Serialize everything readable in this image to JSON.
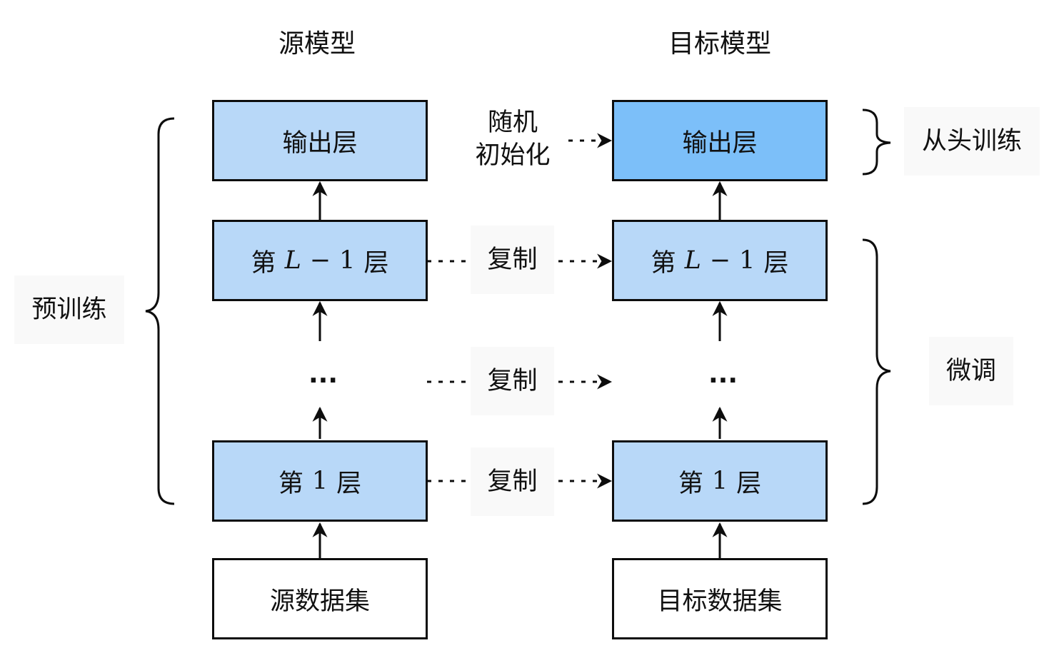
{
  "columns": {
    "source_title": "源模型",
    "target_title": "目标模型"
  },
  "source": {
    "output_layer": "输出层",
    "layer_prefix": "第",
    "layer_suffix": "层",
    "layer_l_minus_1": {
      "var": "L",
      "op": "−",
      "num": "1"
    },
    "ellipsis": "···",
    "layer_1_num": "1",
    "dataset": "源数据集"
  },
  "target": {
    "output_layer": "输出层",
    "layer_prefix": "第",
    "layer_suffix": "层",
    "layer_l_minus_1": {
      "var": "L",
      "op": "−",
      "num": "1"
    },
    "ellipsis": "···",
    "layer_1_num": "1",
    "dataset": "目标数据集"
  },
  "transfer": {
    "random_init_line1": "随机",
    "random_init_line2": "初始化",
    "copy_1": "复制",
    "copy_2": "复制",
    "copy_3": "复制"
  },
  "braces": {
    "pretrain": "预训练",
    "train_from_scratch": "从头训练",
    "finetune": "微调"
  },
  "colors": {
    "layer_fill": "#b8d8f8",
    "new_layer_fill": "#7cbff9",
    "data_fill": "#ffffff",
    "stroke": "#0d0d0d"
  }
}
